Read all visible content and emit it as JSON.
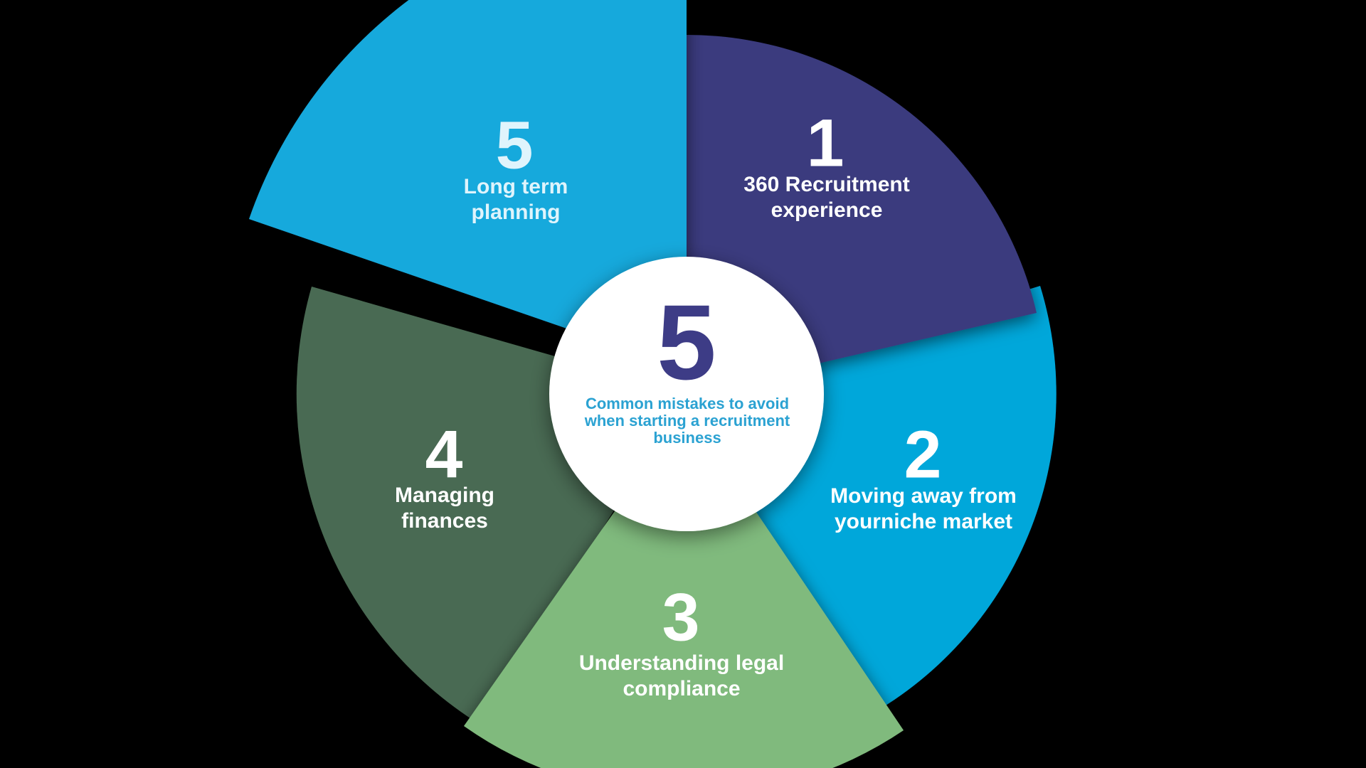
{
  "background_color": "#000000",
  "center": {
    "number": "5",
    "subtitle_line1": "Common mistakes to avoid",
    "subtitle_line2": "when starting a recruitment",
    "subtitle_line3": "business",
    "circle_color": "#ffffff",
    "number_color": "#3d3c86",
    "subtitle_color": "#2ba2d2"
  },
  "segments": [
    {
      "number": "1",
      "label_line1": "360 Recruitment",
      "label_line2": "experience",
      "color": "#3a3a7e",
      "text_color": "#ffffff"
    },
    {
      "number": "2",
      "label_line1": "Moving away from",
      "label_line2": "yourniche market",
      "color": "#00a7da",
      "text_color": "#ffffff"
    },
    {
      "number": "3",
      "label_line1": "Understanding legal",
      "label_line2": "compliance",
      "color": "#80ba7d",
      "text_color": "#ffffff"
    },
    {
      "number": "4",
      "label_line1": "Managing",
      "label_line2": "finances",
      "color": "#4a6a52",
      "text_color": "#ffffff"
    },
    {
      "number": "5",
      "label_line1": "Long term",
      "label_line2": "planning",
      "color": "#19a9dc",
      "text_color": "#dff4fc"
    }
  ]
}
